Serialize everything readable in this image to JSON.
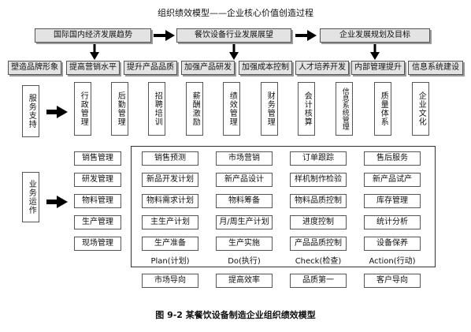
{
  "title": "组织绩效模型——企业核心价值创造过程",
  "top_row": [
    "国际国内经济发展趋势",
    "餐饮设备行业发展展望",
    "企业发展规划及目标"
  ],
  "strategy_row": [
    "塑造品牌形象",
    "提高营销水平",
    "提升产品品质",
    "加强产品研发",
    "加强成本控制",
    "人才培养开发",
    "内部管理提升",
    "信息系统建设"
  ],
  "service": {
    "label": "服务支持",
    "items": [
      "行政管理",
      "后勤管理",
      "招聘培训",
      "薪酬激励",
      "绩效管理",
      "财务管理",
      "会计核算",
      "信息系统管理",
      "质量体系",
      "企业文化"
    ]
  },
  "operation": {
    "label": "业务运作",
    "left_items": [
      "销售管理",
      "研发管理",
      "物料管理",
      "生产管理",
      "现场管理"
    ],
    "columns": [
      {
        "items": [
          "销售预测",
          "新品开发计划",
          "物料需求计划",
          "主生产计划",
          "生产准备"
        ],
        "phase": "Plan(计划)",
        "bottom": "市场导向"
      },
      {
        "items": [
          "市场营销",
          "新产品设计",
          "物料筹备",
          "月/周生产计划",
          "生产实施"
        ],
        "phase": "Do(执行)",
        "bottom": "提高效率"
      },
      {
        "items": [
          "订单跟踪",
          "样机制作检验",
          "物料品质控制",
          "进度控制",
          "产品品质控制"
        ],
        "phase": "Check(检查)",
        "bottom": "品质第一"
      },
      {
        "items": [
          "售后服务",
          "新产品试产",
          "库存管理",
          "统计分析",
          "设备保养"
        ],
        "phase": "Action(行动)",
        "bottom": "客户导向"
      }
    ]
  },
  "caption": "图 9-2   某餐饮设备制造企业组织绩效模型"
}
